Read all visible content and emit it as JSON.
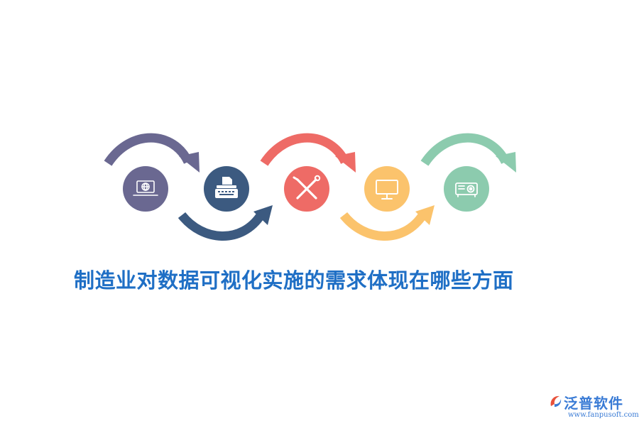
{
  "headline": {
    "text": "制造业对数据可视化实施的需求体现在哪些方面",
    "color": "#1f6fc5"
  },
  "steps": [
    {
      "icon": "laptop-globe-icon",
      "color": "#6a6891"
    },
    {
      "icon": "typewriter-icon",
      "color": "#3c5a80"
    },
    {
      "icon": "tools-icon",
      "color": "#ee6b66"
    },
    {
      "icon": "monitor-icon",
      "color": "#fbc36c"
    },
    {
      "icon": "projector-icon",
      "color": "#8ccbae"
    }
  ],
  "brand": {
    "name": "泛普软件",
    "url": "www.fanpusoft.com",
    "name_color": "#3a7bd5",
    "url_color": "#3a7bd5",
    "logo_colors": [
      "#e8513b",
      "#3a7bd5"
    ]
  }
}
